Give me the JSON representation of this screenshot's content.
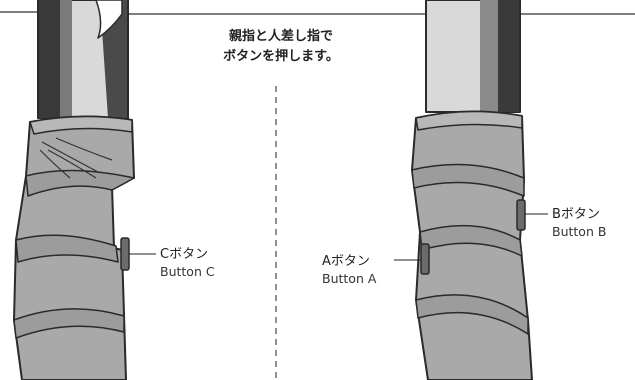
{
  "instruction": {
    "line1": "親指と人差し指で",
    "line2": "ボタンを押します。"
  },
  "labels": {
    "c": {
      "jp": "Cボタン",
      "en": "Button C"
    },
    "a": {
      "jp": "Aボタン",
      "en": "Button A"
    },
    "b": {
      "jp": "Bボタン",
      "en": "Button B"
    }
  },
  "colors": {
    "tape": "#a9a9a9",
    "tape_shadow": "#8e8e8e",
    "shaft_dark": "#3a3a3a",
    "shaft_light": "#d6d6d6",
    "button": "#6b6b6b"
  }
}
